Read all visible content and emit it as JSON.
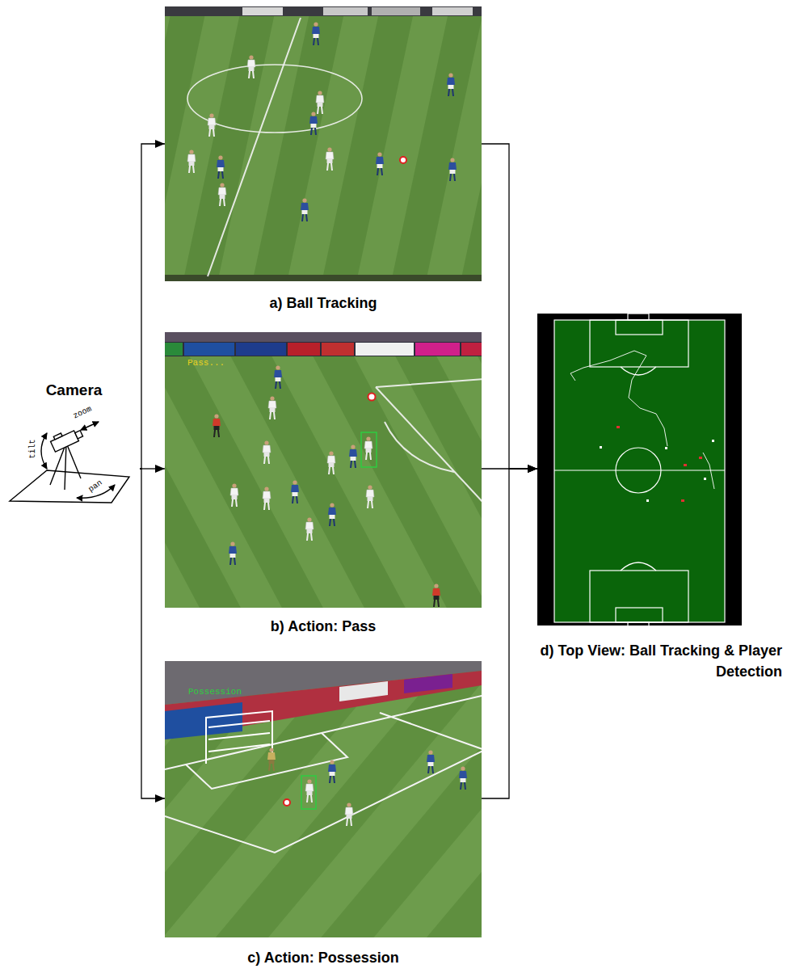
{
  "diagram": {
    "nodes": [
      {
        "text": [
          "Camera"
        ]
      },
      {
        "text": [
          "a) Ball Tracking"
        ]
      },
      {
        "text": [
          "b) Action: Pass"
        ]
      },
      {
        "text": [
          "c) Action: Possession"
        ]
      },
      {
        "text": [
          "d) Top View: Ball Tracking & Player Detection"
        ]
      }
    ],
    "edges": [
      {
        "from": 0,
        "to": 1,
        "arrow": "to"
      },
      {
        "from": 0,
        "to": 2,
        "arrow": "to"
      },
      {
        "from": 0,
        "to": 3,
        "arrow": "to"
      },
      {
        "from": 1,
        "to": 4,
        "arrow": "to"
      },
      {
        "from": 2,
        "to": 4,
        "arrow": "to"
      },
      {
        "from": 3,
        "to": 4,
        "arrow": "to"
      }
    ],
    "labels": [
      "tilt",
      "zoom",
      "pan",
      "Pass...",
      "Possession"
    ]
  }
}
